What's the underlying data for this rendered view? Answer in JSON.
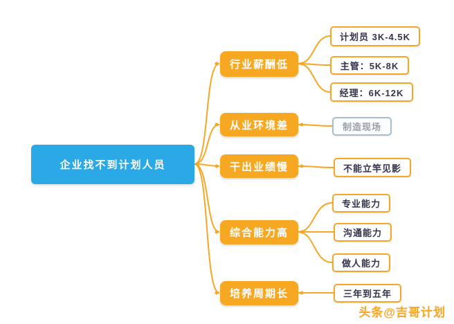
{
  "root": {
    "label": "企业找不到计划人员"
  },
  "branches": [
    {
      "label": "行业薪酬低",
      "children": [
        {
          "label": "计划员 3K-4.5K"
        },
        {
          "label": "主管：5K-8K"
        },
        {
          "label": "经理：6K-12K"
        }
      ]
    },
    {
      "label": "从业环境差",
      "children": [
        {
          "label": "制造现场"
        }
      ]
    },
    {
      "label": "干出业绩慢",
      "children": [
        {
          "label": "不能立竿见影"
        }
      ]
    },
    {
      "label": "综合能力高",
      "children": [
        {
          "label": "专业能力"
        },
        {
          "label": "沟通能力"
        },
        {
          "label": "做人能力"
        }
      ]
    },
    {
      "label": "培养周期长",
      "children": [
        {
          "label": "三年到五年"
        }
      ]
    }
  ],
  "watermark": "头条@吉哥计划",
  "colors": {
    "root-bg": "#2BA9E6",
    "branch-bg": "#F7A823",
    "line": "#F5A623",
    "leaf-border": "#F5A623",
    "leaf-text": "#33334D",
    "muted-border": "#A9BDCB",
    "muted-text": "#9AA0A6"
  }
}
